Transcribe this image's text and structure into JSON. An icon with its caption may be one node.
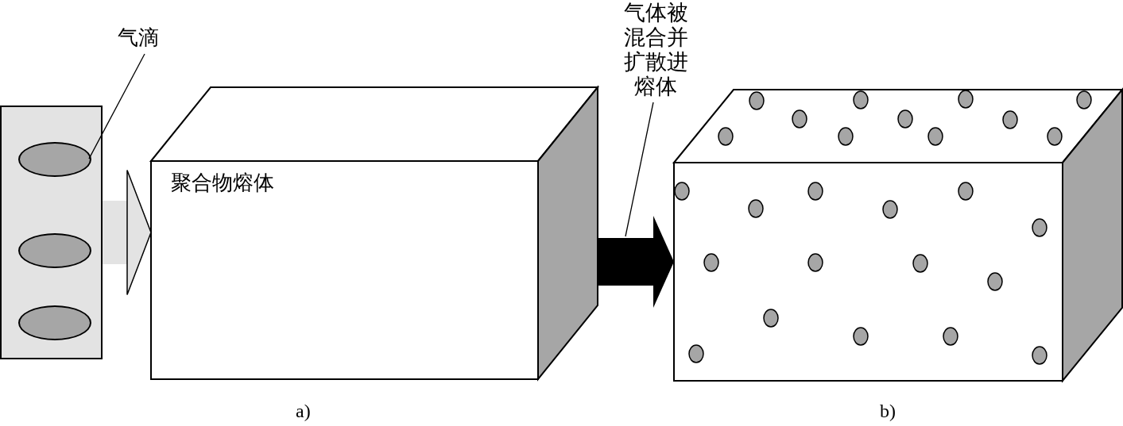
{
  "diagram": {
    "nodes": [
      {
        "text": [],
        "shape": "box"
      },
      {
        "text": [],
        "shape": "ellipse",
        "in": 0
      },
      {
        "text": [],
        "shape": "ellipse",
        "in": 0
      },
      {
        "text": [],
        "shape": "ellipse",
        "in": 0
      },
      {
        "text": [
          "气滴"
        ]
      },
      {
        "text": [
          "聚合物熔体"
        ]
      },
      {
        "text": [],
        "shape": "cube"
      },
      {
        "text": [
          "气体被混合并扩散进熔体"
        ]
      }
    ],
    "edges": [
      {
        "from": 0,
        "to": 5,
        "arrow": "to",
        "style": "thick",
        "color": "#e3e3e3"
      },
      {
        "from": 5,
        "to": 6,
        "arrow": "to",
        "style": "thick"
      },
      {
        "from": 4,
        "to": 1,
        "arrow": "none"
      },
      {
        "from": 7,
        "to": null,
        "arrow": "none"
      }
    ],
    "labels": [
      "a)",
      "b)"
    ]
  }
}
